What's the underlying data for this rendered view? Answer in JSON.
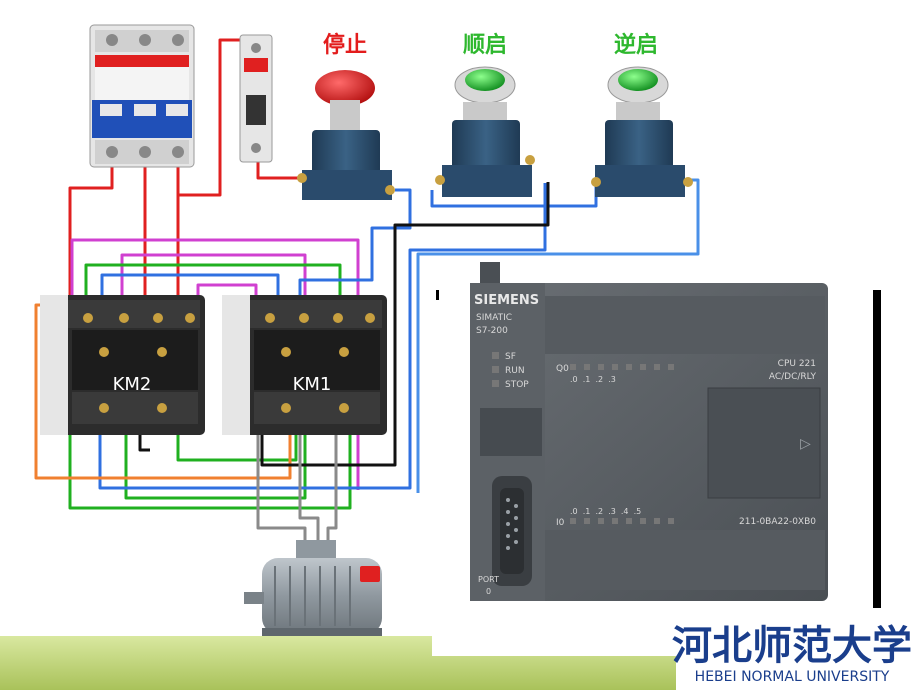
{
  "buttons": {
    "stop": {
      "label": "停止",
      "color": "#e31c1c"
    },
    "forward": {
      "label": "顺启",
      "color": "#2eb82e"
    },
    "reverse": {
      "label": "逆启",
      "color": "#2eb82e"
    }
  },
  "contactors": {
    "left": {
      "label": "KM2"
    },
    "right": {
      "label": "KM1"
    }
  },
  "plc": {
    "brand": "SIEMENS",
    "line1": "SIMATIC",
    "line2": "S7-200",
    "leds": [
      "SF",
      "RUN",
      "STOP"
    ],
    "q0_label": "Q0",
    "q0_pins": ".0  .1  .2  .3",
    "model": "CPU 221",
    "supply": "AC/DC/RLY",
    "i0_label": "I0",
    "i0_pins": ".0  .1  .2  .3  .4  .5",
    "order_no": "211-0BA22-0XB0",
    "port_label": "PORT",
    "port_no": "0"
  },
  "logo": {
    "name_cn": "河北师范大学",
    "name_en": "HEBEI NORMAL UNIVERSITY",
    "color": "#1a3e8c"
  },
  "wire_colors": {
    "red": "#e02020",
    "magenta": "#d040d0",
    "green": "#20b020",
    "blue": "#3070e0",
    "orange": "#f08030",
    "black": "#111111",
    "grey": "#8a8a8a"
  }
}
